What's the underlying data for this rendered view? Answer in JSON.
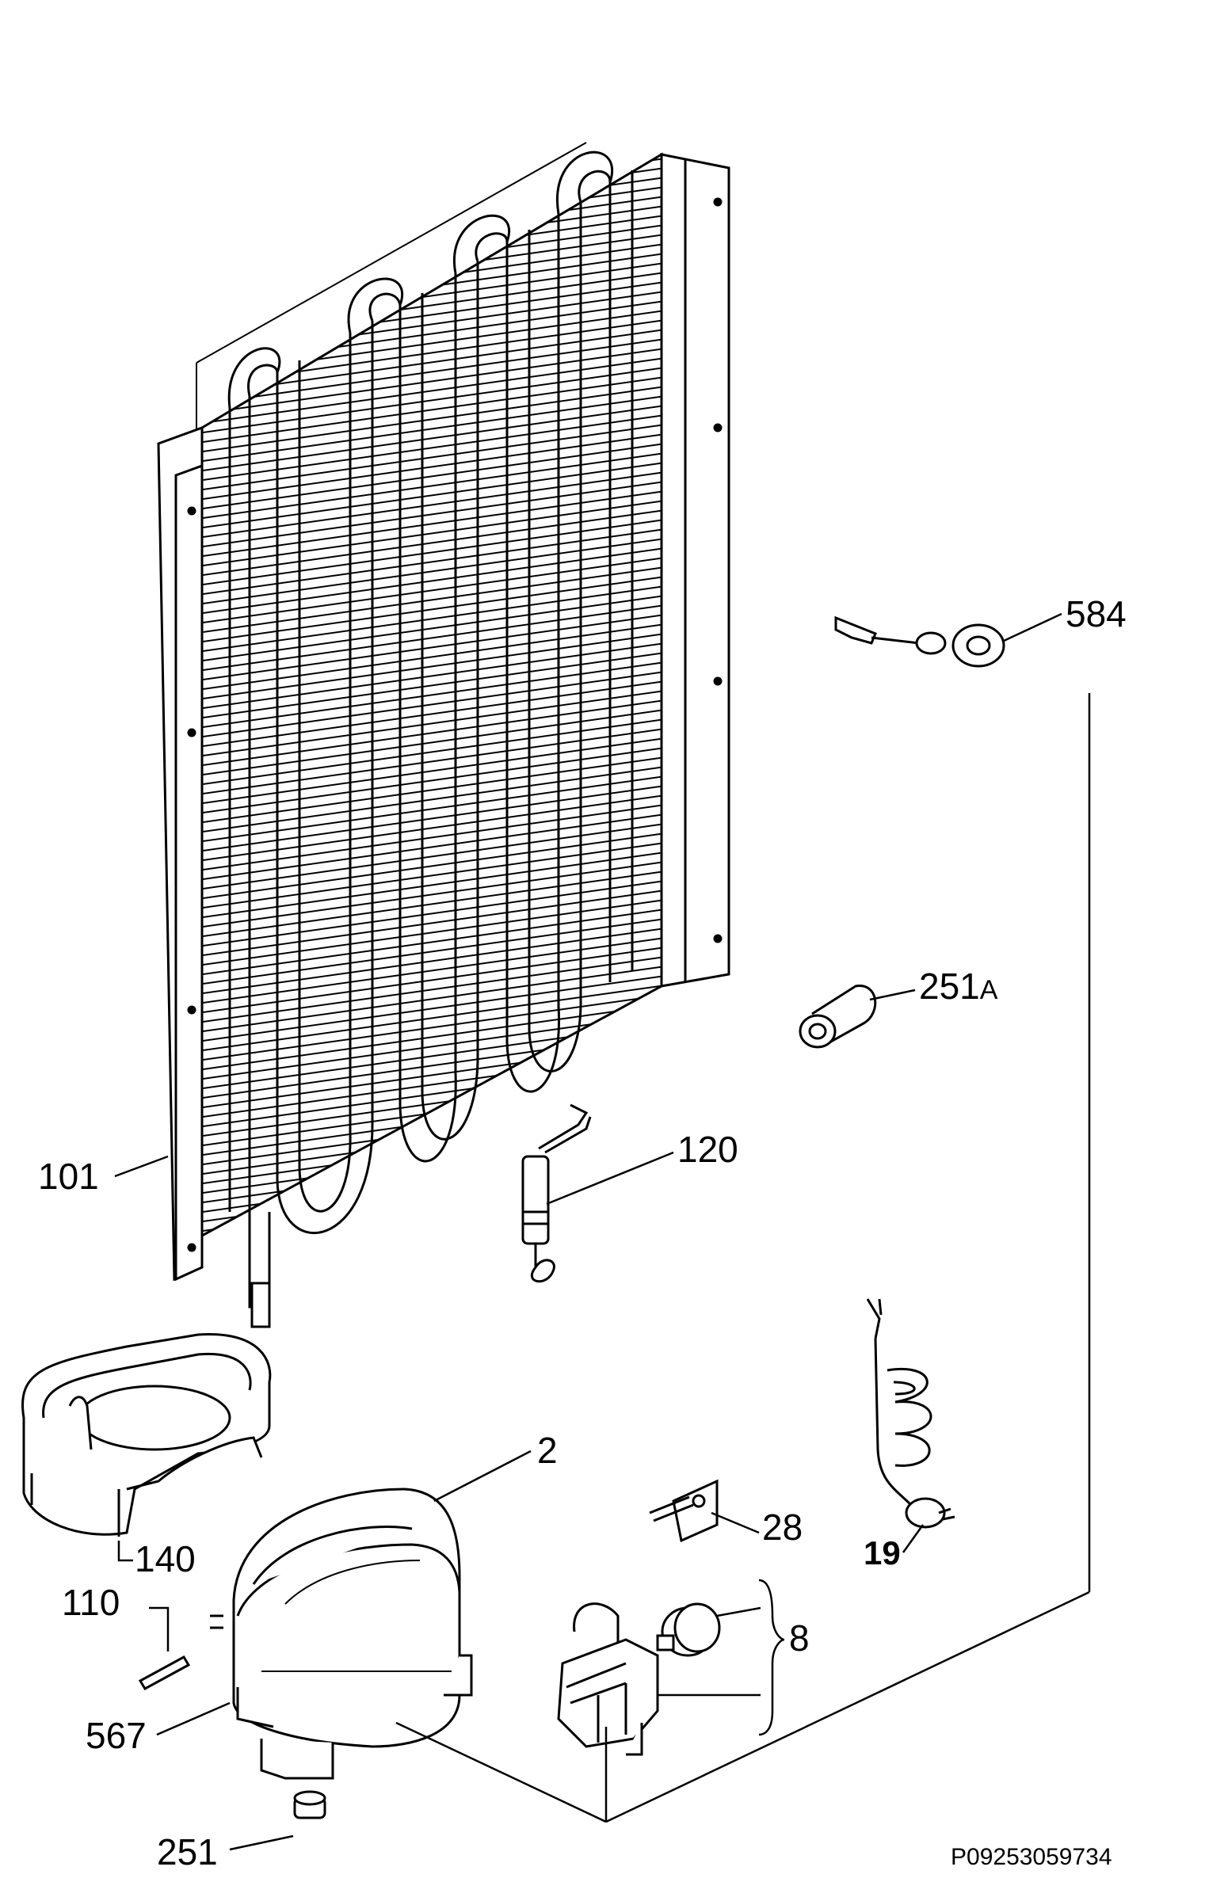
{
  "diagram": {
    "figure_code": "P09253059734",
    "parts": [
      {
        "id": "584",
        "label": "584"
      },
      {
        "id": "251A",
        "label": "251",
        "suffix": "A"
      },
      {
        "id": "120",
        "label": "120"
      },
      {
        "id": "101",
        "label": "101"
      },
      {
        "id": "2",
        "label": "2"
      },
      {
        "id": "28",
        "label": "28"
      },
      {
        "id": "19",
        "label": "19"
      },
      {
        "id": "140",
        "label": "140"
      },
      {
        "id": "110",
        "label": "110"
      },
      {
        "id": "8",
        "label": "8"
      },
      {
        "id": "567",
        "label": "567"
      },
      {
        "id": "251",
        "label": "251"
      }
    ]
  }
}
